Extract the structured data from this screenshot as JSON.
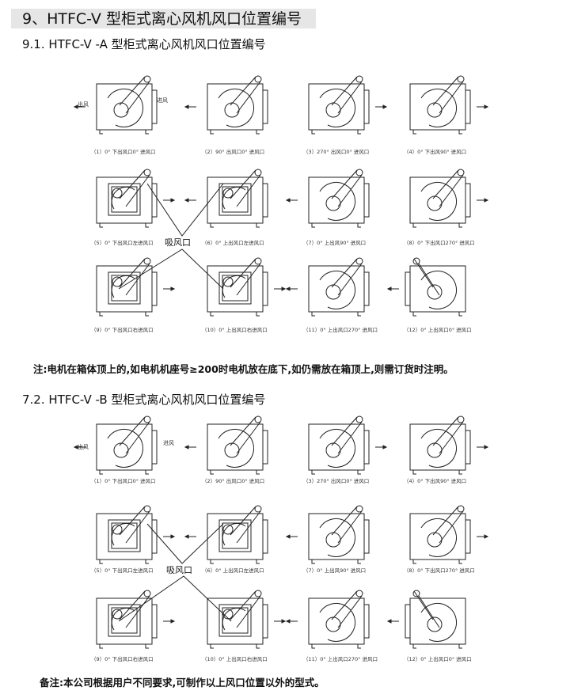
{
  "title": "9、HTFC-V 型柜式离心风机风口位置编号",
  "sectionA": {
    "title": "9.1. HTFC-V -A 型柜式离心风机风口位置编号",
    "captions": [
      "（1）0° 下出风口0° 进风口",
      "（2）90° 出风口0° 进风口",
      "（3）270° 出风口0° 进风口",
      "（4）0° 下出风90° 进风口",
      "（5）0° 下出风口左进风口",
      "（6）0° 上出风口左进风口",
      "（7）0° 上出风90° 进风口",
      "（8）0° 下出风口270° 进风口",
      "（9）0° 下出风口右进风口",
      "（10）0° 上出风口右进风口",
      "（11）0° 上出风口270° 进风口",
      "（12）0° 上出风口0° 进风口"
    ],
    "suction": "吸风口",
    "outlet_label": "出风",
    "inlet_label": "进风",
    "note": "注:电机在箱体顶上的,如电机机座号≥200时电机放在底下,如仍需放在箱顶上,则需订货时注明。"
  },
  "sectionB": {
    "title": "7.2. HTFC-V -B 型柜式离心风机风口位置编号",
    "captions": [
      "（1）0° 下出风口0° 进风口",
      "（2）90° 出风口0° 进风口",
      "（3）270° 出风口0° 进风口",
      "（4）0° 下出风90° 进风口",
      "（5）0° 下出风口左进风口",
      "（6）0° 上出风口左进风口",
      "（7）0° 上出风90° 进风口",
      "（8）0° 下出风口270° 进风口",
      "（9）0° 下出风口右进风口",
      "（10）0° 上出风口右进风口",
      "（11）0° 上出风口270° 进风口",
      "（12）0° 上出风口0° 进风口"
    ],
    "suction": "吸风口",
    "outlet_label": "出风",
    "inlet_label": "进风",
    "note": "备注:本公司根据用户不同要求,可制作以上风口位置以外的型式。"
  }
}
